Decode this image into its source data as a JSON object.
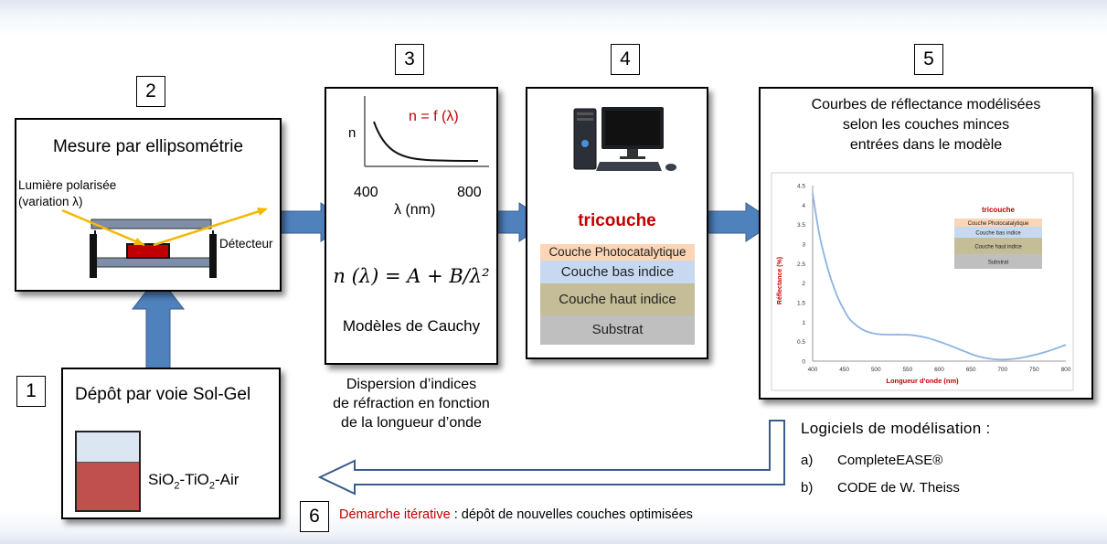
{
  "steps": {
    "s1": {
      "num": "1",
      "title": "Dépôt par voie Sol-Gel",
      "solution": {
        "prefix": "SiO",
        "sub1": "2",
        "mid": "-TiO",
        "sub2": "2",
        "suffix": "-Air"
      }
    },
    "s2": {
      "num": "2",
      "title": "Mesure par ellipsométrie",
      "light_line1": "Lumière polarisée",
      "light_line2": "(variation λ)",
      "detector": "Détecteur"
    },
    "s3": {
      "num": "3",
      "curve_label": "n = f (λ)",
      "y_label": "n",
      "x_min": "400",
      "x_max": "800",
      "x_unit": "λ (nm)",
      "formula": "n (λ) = A + B/λ²",
      "model_name": "Modèles de Cauchy",
      "caption": [
        "Dispersion d’indices",
        "de réfraction en fonction",
        "de la longueur d’onde"
      ]
    },
    "s4": {
      "num": "4",
      "stack_title": "tricouche",
      "layers": [
        "Couche Photocatalytique",
        "Couche bas indice",
        "Couche haut indice",
        "Substrat"
      ]
    },
    "s5": {
      "num": "5",
      "title": [
        "Courbes de réflectance modélisées",
        "selon les couches minces",
        "entrées dans le modèle"
      ],
      "software_title": "Logiciels de modélisation :",
      "software": [
        {
          "marker": "a)",
          "name": "CompleteEASE®"
        },
        {
          "marker": "b)",
          "name": "CODE de W. Theiss"
        }
      ]
    },
    "s6": {
      "num": "6",
      "highlight": "Démarche itérative",
      "rest": " : dépôt de nouvelles couches optimisées"
    }
  },
  "colors": {
    "arrow_blue": "#4f81bd",
    "light_yellow": "#f5b800",
    "solution_red": "#c0504d",
    "solution_blue": "#dce6f2",
    "layer_photo": "#fbd5b5",
    "layer_bas": "#c6d9f1",
    "layer_haut": "#c4bd97",
    "layer_substrat": "#bfbfbf",
    "curve": "#8db3e2",
    "highlight_red": "#c00000"
  },
  "icons": [
    "computer-icon",
    "ellipsometer-icon",
    "beaker-icon"
  ],
  "chart_data": {
    "type": "line",
    "title": "tricouche",
    "xlabel": "Longueur d'onde (nm)",
    "ylabel": "Réflectance (%)",
    "xlim": [
      400,
      800
    ],
    "ylim": [
      0,
      4.5
    ],
    "xticks": [
      "400",
      "450",
      "500",
      "550",
      "600",
      "650",
      "700",
      "750",
      "800"
    ],
    "yticks": [
      "0",
      "0.5",
      "1",
      "1.5",
      "2",
      "2.5",
      "3",
      "3.5",
      "4",
      "4.5"
    ],
    "x": [
      400,
      410,
      420,
      430,
      440,
      450,
      460,
      480,
      500,
      520,
      540,
      560,
      580,
      600,
      620,
      640,
      660,
      680,
      700,
      720,
      740,
      760,
      780,
      800
    ],
    "values": [
      4.3,
      3.3,
      2.6,
      2.05,
      1.62,
      1.3,
      1.05,
      0.8,
      0.7,
      0.68,
      0.68,
      0.66,
      0.6,
      0.5,
      0.38,
      0.25,
      0.13,
      0.06,
      0.04,
      0.06,
      0.12,
      0.2,
      0.3,
      0.42
    ],
    "legend_layers": [
      "Couche Photocatalytique",
      "Couche bas indice",
      "Couche haut indice",
      "Substrat"
    ],
    "grid": false,
    "legend_position": "top-right"
  }
}
